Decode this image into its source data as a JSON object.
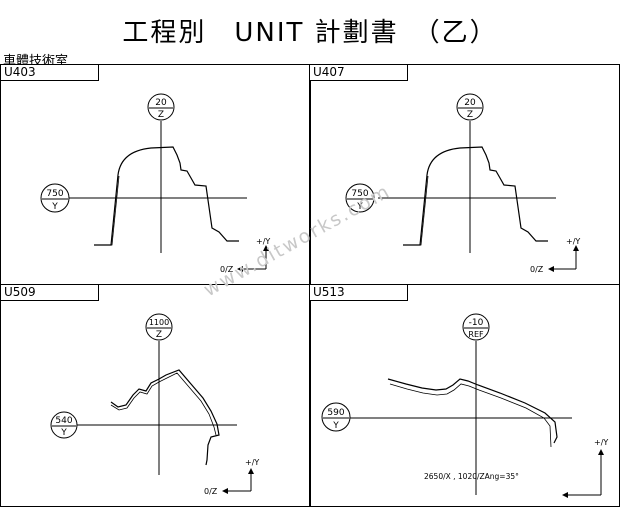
{
  "title": "工程別　UNIT 計劃書　（乙）",
  "department": "車體技術室",
  "watermark": "www.ditworks.com",
  "axis_labels": {
    "y_plus": "+/Y",
    "z_zero": "0/Z"
  },
  "panels": [
    {
      "id": "U403",
      "top_bubble": [
        "20",
        "Z"
      ],
      "side_bubble": [
        "750",
        "Y"
      ]
    },
    {
      "id": "U407",
      "top_bubble": [
        "20",
        "Z"
      ],
      "side_bubble": [
        "750",
        "Y"
      ]
    },
    {
      "id": "U509",
      "top_bubble": [
        "1100",
        "Z"
      ],
      "side_bubble": [
        "540",
        "Y"
      ]
    },
    {
      "id": "U513",
      "top_bubble": [
        "-10",
        "REF"
      ],
      "side_bubble": [
        "590",
        "Y"
      ],
      "note": "2650/X , 1020/ZAng=35°"
    }
  ]
}
